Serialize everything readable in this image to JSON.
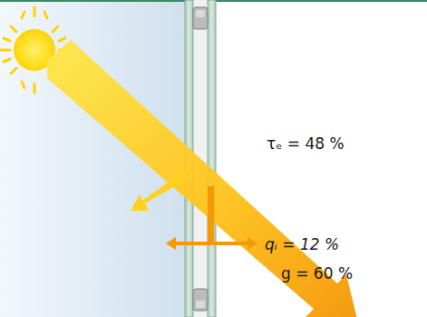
{
  "diagram": {
    "labels": [
      "τₑ = 48 %",
      "qᵢ = 12 %",
      "g = 60 %"
    ]
  }
}
